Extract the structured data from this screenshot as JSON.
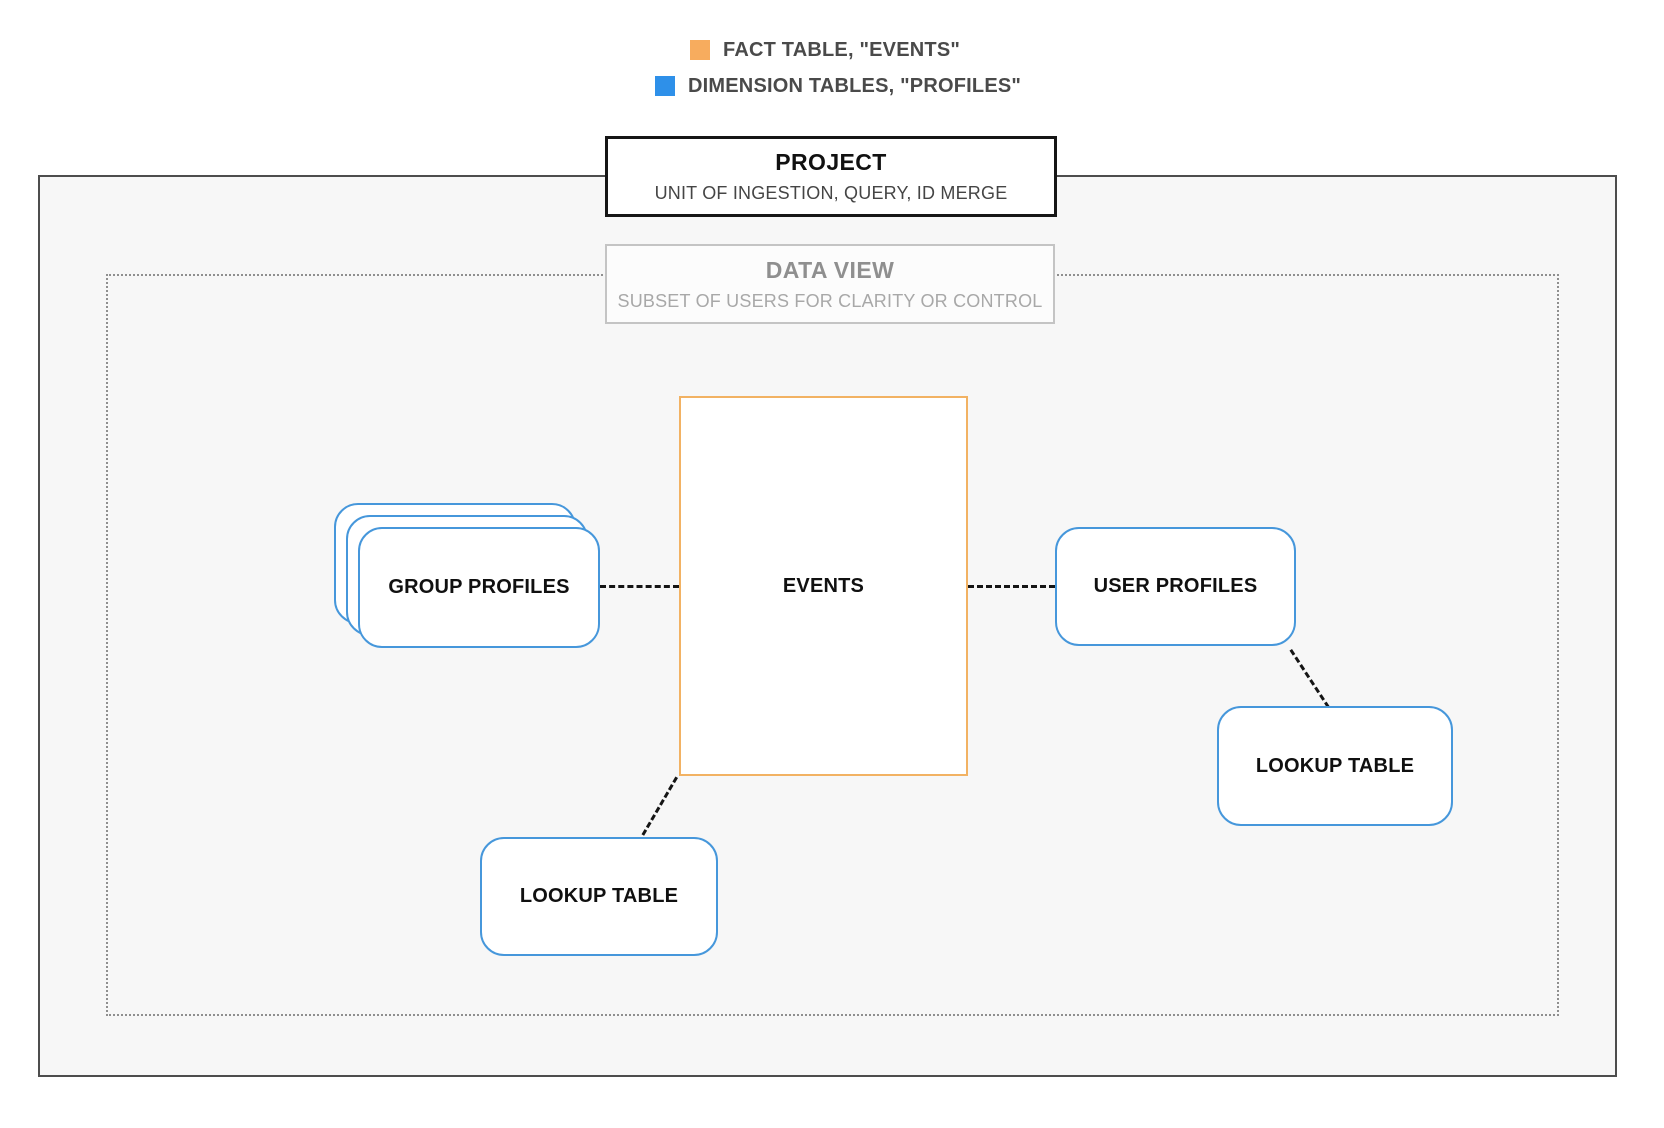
{
  "legend": {
    "fact": {
      "label": "FACT TABLE, \"EVENTS\"",
      "color": "#f7ac5e"
    },
    "dimension": {
      "label": "DIMENSION TABLES, \"PROFILES\"",
      "color": "#2e90e9"
    }
  },
  "containers": {
    "project": {
      "title": "PROJECT",
      "subtitle": "UNIT OF INGESTION, QUERY, ID MERGE"
    },
    "data_view": {
      "title": "DATA VIEW",
      "subtitle": "SUBSET OF USERS FOR CLARITY OR CONTROL"
    }
  },
  "nodes": {
    "events": {
      "label": "EVENTS",
      "type": "fact",
      "border_color": "#f2b263"
    },
    "group_profiles": {
      "label": "GROUP PROFILES",
      "type": "dimension",
      "stacked": true,
      "border_color": "#4697db"
    },
    "user_profiles": {
      "label": "USER PROFILES",
      "type": "dimension",
      "border_color": "#4697db"
    },
    "lookup_table_right": {
      "label": "LOOKUP TABLE",
      "type": "dimension",
      "border_color": "#4697db"
    },
    "lookup_table_bottom": {
      "label": "LOOKUP TABLE",
      "type": "dimension",
      "border_color": "#4697db"
    }
  },
  "connections": [
    {
      "from": "group_profiles",
      "to": "events",
      "style": "dashed"
    },
    {
      "from": "events",
      "to": "user_profiles",
      "style": "dashed"
    },
    {
      "from": "user_profiles",
      "to": "lookup_table_right",
      "style": "dashed"
    },
    {
      "from": "events",
      "to": "lookup_table_bottom",
      "style": "dashed"
    }
  ],
  "colors": {
    "project_fill": "#f7f7f7",
    "project_border": "#4d4d4d",
    "dataview_border": "#8f8f8f",
    "connector": "#151515"
  }
}
